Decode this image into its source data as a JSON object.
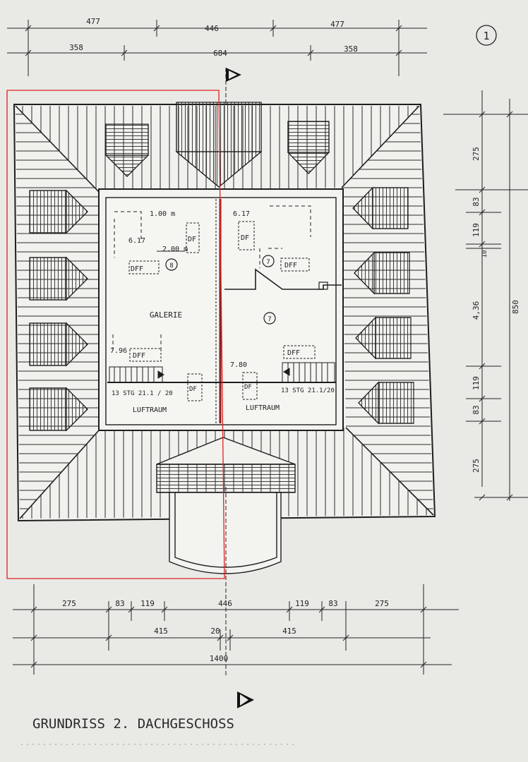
{
  "sheet_number": "1",
  "title": "GRUNDRISS 2. DACHGESCHOSS",
  "dimensions": {
    "top_row1": [
      "477",
      "446",
      "477"
    ],
    "top_row2": [
      "358",
      "684",
      "358"
    ],
    "right_col1": [
      "275",
      "83",
      "119",
      "10",
      "4,36",
      "119",
      "83",
      "275"
    ],
    "right_total": "850",
    "bottom_row1": [
      "275",
      "83",
      "119",
      "446",
      "119",
      "83",
      "275"
    ],
    "bottom_row2": [
      "415",
      "20",
      "415"
    ],
    "bottom_total": "1400"
  },
  "rooms": {
    "left_top_dim": "1.00 m",
    "left_ceiling": "6.17",
    "left_small_dim": "2.00 m",
    "left_dff": "DFF",
    "left_df": "DF",
    "left_number": "8",
    "galerie": "GALERIE",
    "left_low": "7.96",
    "left_dff2": "DFF",
    "left_stair": "13 STG 21.1 / 20",
    "left_df2": "DF",
    "left_luftraum": "LUFTRAUM",
    "right_ceiling": "6.17",
    "right_df": "DF",
    "right_number_top": "7",
    "right_dff": "DFF",
    "right_number_mid": "7",
    "right_dff2": "DFF",
    "right_low": "7.80",
    "right_df2": "DF",
    "right_stair": "13 STG 21.1/20",
    "right_luftraum": "LUFTRAUM"
  },
  "colors": {
    "paper": "#e9eae6",
    "ink": "#1e1e1e",
    "red_frame": "#e02020"
  }
}
